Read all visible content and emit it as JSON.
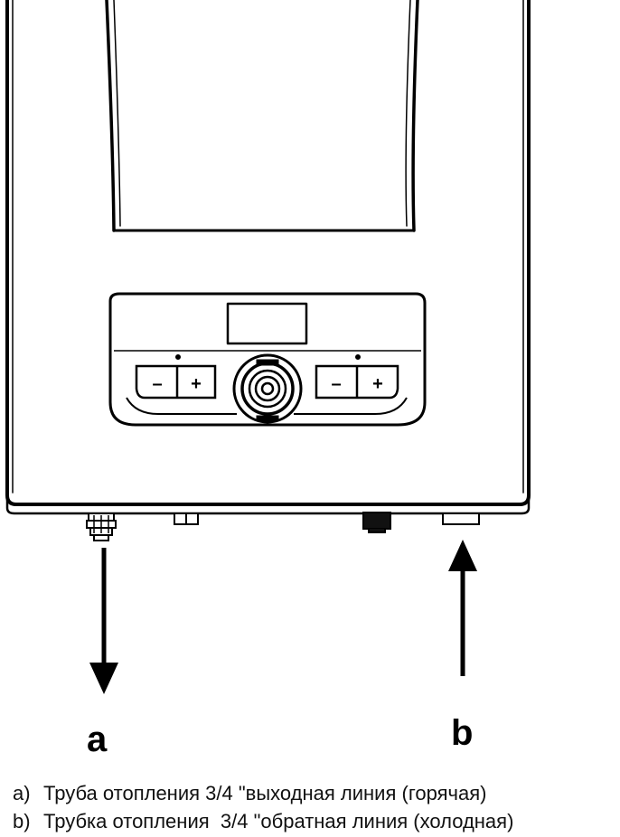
{
  "labels": {
    "a": "a",
    "b": "b"
  },
  "control_panel": {
    "left_minus": "–",
    "left_plus": "+",
    "right_minus": "–",
    "right_plus": "+"
  },
  "captions": [
    {
      "letter": "a)",
      "text": "Труба отопления 3/4 \"выходная линия (горячая)"
    },
    {
      "letter": "b)",
      "text": "Трубка отопления  3/4 \"обратная линия (холодная)"
    }
  ]
}
